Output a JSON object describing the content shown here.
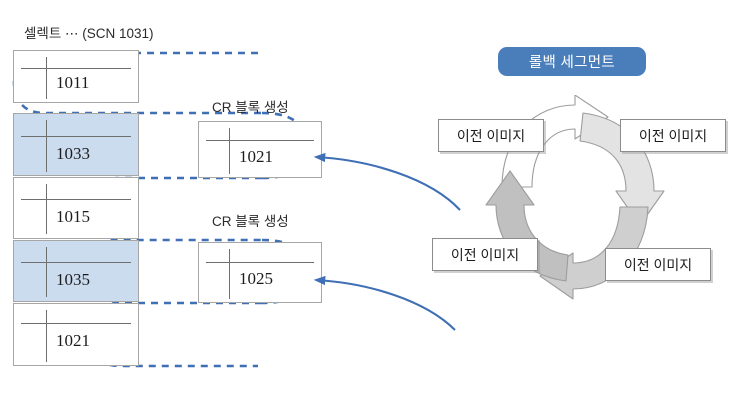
{
  "diagram": {
    "title_caption": "셀렉트 ⋯ (SCN 1031)",
    "accent_blue": "#4a7ebb",
    "dashed_blue": "#3f6fb5",
    "highlight_fill": "#cbdcef",
    "box_border": "#a6a6a6"
  },
  "records": [
    {
      "value": "1011",
      "highlighted": false
    },
    {
      "value": "1033",
      "highlighted": true
    },
    {
      "value": "1015",
      "highlighted": false
    },
    {
      "value": "1035",
      "highlighted": true
    },
    {
      "value": "1021",
      "highlighted": false
    }
  ],
  "cr_blocks": [
    {
      "caption": "CR 블록 생성",
      "value": "1021"
    },
    {
      "caption": "CR 블록 생성",
      "value": "1025"
    }
  ],
  "rollback": {
    "badge_label": "롤백 세그먼트",
    "images": [
      {
        "label": "이전 이미지",
        "position": "top-left"
      },
      {
        "label": "이전 이미지",
        "position": "top-right"
      },
      {
        "label": "이전 이미지",
        "position": "bottom-left"
      },
      {
        "label": "이전 이미지",
        "position": "bottom-right"
      }
    ],
    "cycle_arrows": [
      {
        "position": "top",
        "fill": "#ffffff"
      },
      {
        "position": "right",
        "fill": "#e3e3e3"
      },
      {
        "position": "bottom",
        "fill": "#cfcfcf"
      },
      {
        "position": "left",
        "fill": "#c0c0c0"
      }
    ]
  }
}
